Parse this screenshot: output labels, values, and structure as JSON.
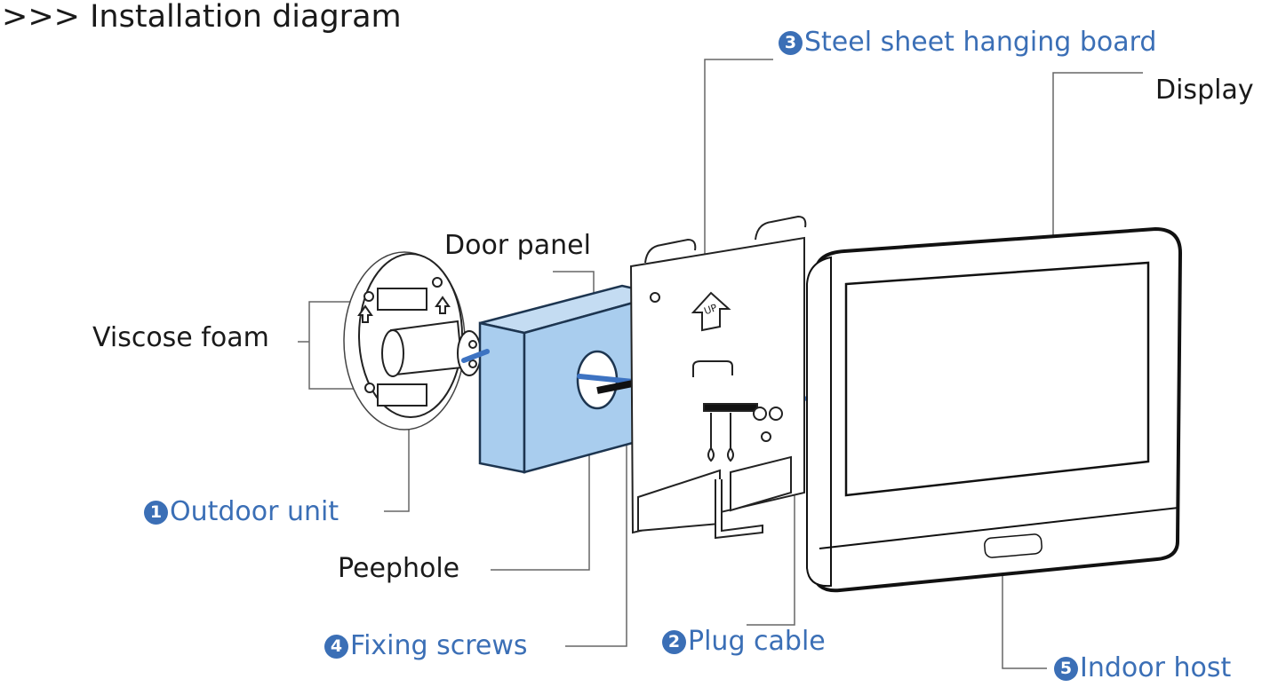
{
  "title": ">>> Installation diagram",
  "colors": {
    "accent": "#3b6fb6",
    "door_fill": "#a9cdee",
    "cable": "#3d73c2",
    "text": "#1a1a1a",
    "line": "#555555"
  },
  "labels": {
    "viscose_foam": "Viscose foam",
    "door_panel": "Door panel",
    "display": "Display",
    "peephole": "Peephole",
    "steel_sheet": {
      "number": "3",
      "text": "Steel sheet hanging board"
    },
    "outdoor_unit": {
      "number": "1",
      "text": "Outdoor unit"
    },
    "fixing_screws": {
      "number": "4",
      "text": "Fixing screws"
    },
    "plug_cable": {
      "number": "2",
      "text": "Plug cable"
    },
    "indoor_host": {
      "number": "5",
      "text": "Indoor host"
    }
  },
  "plate_marking": "UP"
}
